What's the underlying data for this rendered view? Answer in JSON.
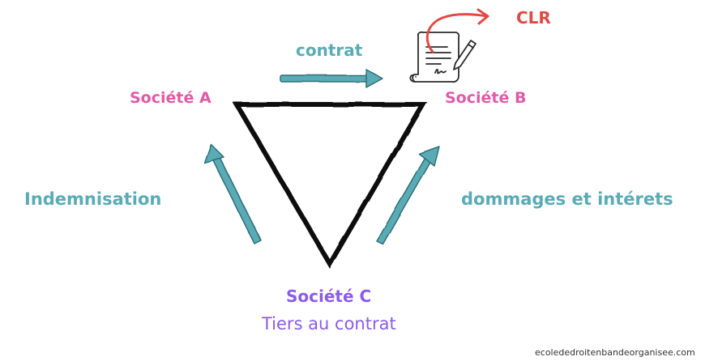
{
  "colors": {
    "pink": "#e05aa8",
    "teal": "#5aabb5",
    "red": "#e04a45",
    "purple": "#8b5ce8",
    "black": "#111111",
    "gray": "#333333"
  },
  "nodes": {
    "a": "Société A",
    "b": "Société B",
    "c": "Société C",
    "c_sub": "Tiers au contrat"
  },
  "edges": {
    "contrat": "contrat",
    "clr": "CLR",
    "indemnisation": "Indemnisation",
    "dommages": "dommages et intérets"
  },
  "icons": {
    "contract": "signed-contract-icon"
  },
  "footer": {
    "site": "ecolededroitenbandeorganisee.com"
  }
}
